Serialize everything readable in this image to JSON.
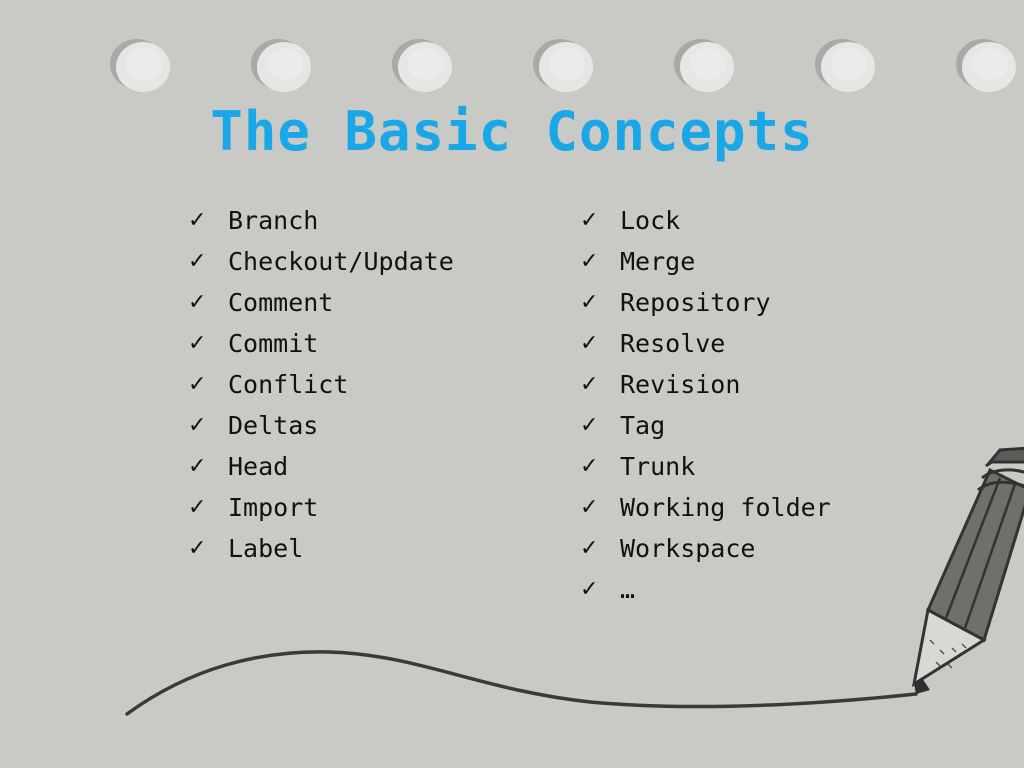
{
  "slide": {
    "title": "The Basic Concepts",
    "check_glyph": "✓",
    "left_items": [
      "Branch",
      "Checkout/Update",
      "Comment",
      "Commit",
      "Conflict",
      "Deltas",
      "Head",
      "Import",
      "Label"
    ],
    "right_items": [
      "Lock",
      "Merge",
      "Repository",
      "Resolve",
      "Revision",
      "Tag",
      "Trunk",
      "Working folder",
      "Workspace",
      "…"
    ]
  },
  "colors": {
    "title": "#1aa7e8",
    "background": "#c9c9c5",
    "text": "#111111"
  },
  "icons": {
    "bullet": "check-icon",
    "decoration": "pencil-icon"
  }
}
